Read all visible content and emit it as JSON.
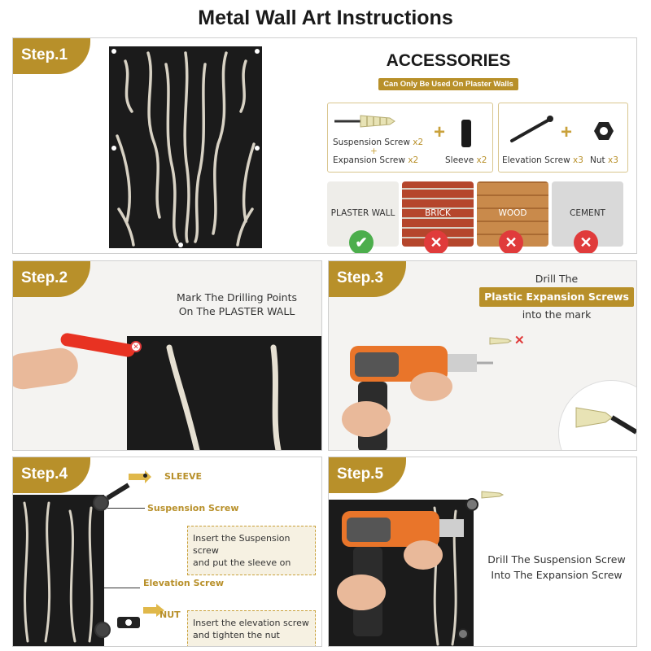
{
  "title": "Metal Wall Art Instructions",
  "colors": {
    "accent_gold": "#b8902a",
    "metal_black": "#1b1b1b",
    "ok_green": "#4cae4c",
    "no_red": "#e03b3b"
  },
  "step1": {
    "label": "Step.1",
    "accessories": {
      "heading": "ACCESSORIES",
      "note": "Can Only Be Used On Plaster Walls",
      "kit1": {
        "suspension": "Suspension Screw",
        "suspension_qty": "x2",
        "expansion": "Expansion Screw",
        "expansion_qty": "x2",
        "plus_small": "+",
        "sleeve": "Sleeve",
        "sleeve_qty": "x2"
      },
      "kit2": {
        "elevation": "Elevation Screw",
        "elevation_qty": "x3",
        "nut": "Nut",
        "nut_qty": "x3"
      },
      "plus": "+"
    },
    "walls": [
      {
        "label": "PLASTER WALL",
        "ok": true,
        "mark": "✔"
      },
      {
        "label": "BRICK",
        "ok": false,
        "mark": "✕"
      },
      {
        "label": "WOOD",
        "ok": false,
        "mark": "✕"
      },
      {
        "label": "CEMENT",
        "ok": false,
        "mark": "✕"
      }
    ]
  },
  "step2": {
    "label": "Step.2",
    "line1": "Mark The Drilling Points",
    "line2": "On The PLASTER WALL"
  },
  "step3": {
    "label": "Step.3",
    "line1": "Drill The",
    "highlight": "Plastic Expansion Screws",
    "line3": "into the mark"
  },
  "step4": {
    "label": "Step.4",
    "sleeve": "SLEEVE",
    "suspension": "Suspension Screw",
    "note1_line1": "Insert the Suspension screw",
    "note1_line2": "and put the sleeve on",
    "elevation": "Elevation Screw",
    "nut": "NUT",
    "note2_line1": "Insert the elevation screw",
    "note2_line2": "and tighten the nut"
  },
  "step5": {
    "label": "Step.5",
    "line1": "Drill The Suspension Screw",
    "line2": "Into The Expansion Screw"
  }
}
